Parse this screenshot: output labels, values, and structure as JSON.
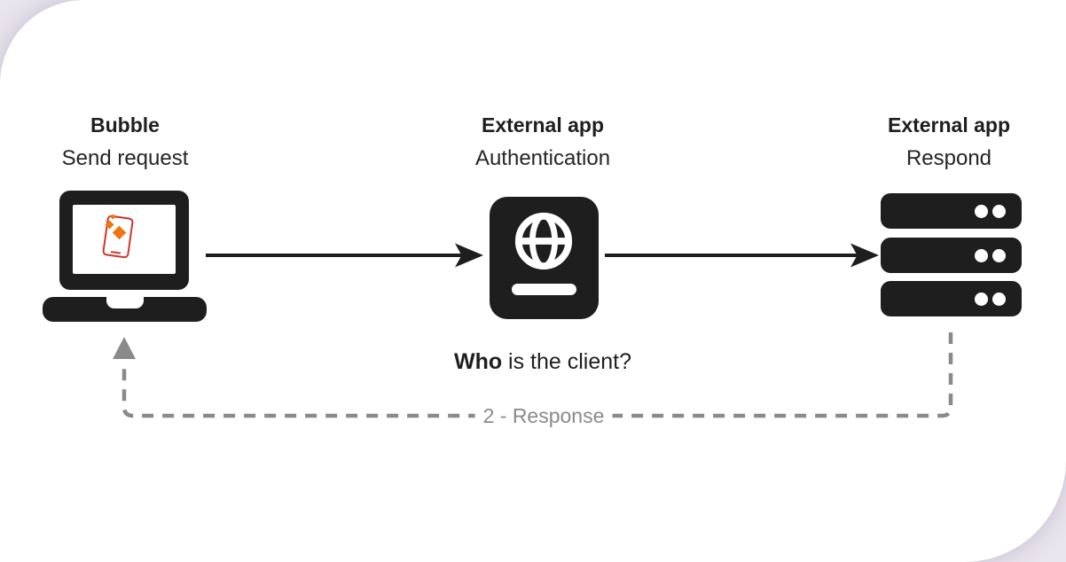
{
  "canvas": {
    "background_color": "#e9e5ee",
    "card_color": "#ffffff"
  },
  "colors": {
    "icon_black": "#1e1e1e",
    "arrow_black": "#1e1e1e",
    "dash_gray": "#8a8a8a",
    "logo_red": "#d2342a",
    "logo_orange": "#ef7612"
  },
  "nodes": [
    {
      "title": "Bubble",
      "subtitle": "Send request",
      "icon": "laptop-icon"
    },
    {
      "title": "External app",
      "subtitle": "Authentication",
      "icon": "passport-globe-icon"
    },
    {
      "title": "External app",
      "subtitle": "Respond",
      "icon": "server-stack-icon"
    }
  ],
  "caption": {
    "bold": "Who",
    "rest": " is the client?"
  },
  "response_flow": {
    "label": "2 - Response"
  }
}
